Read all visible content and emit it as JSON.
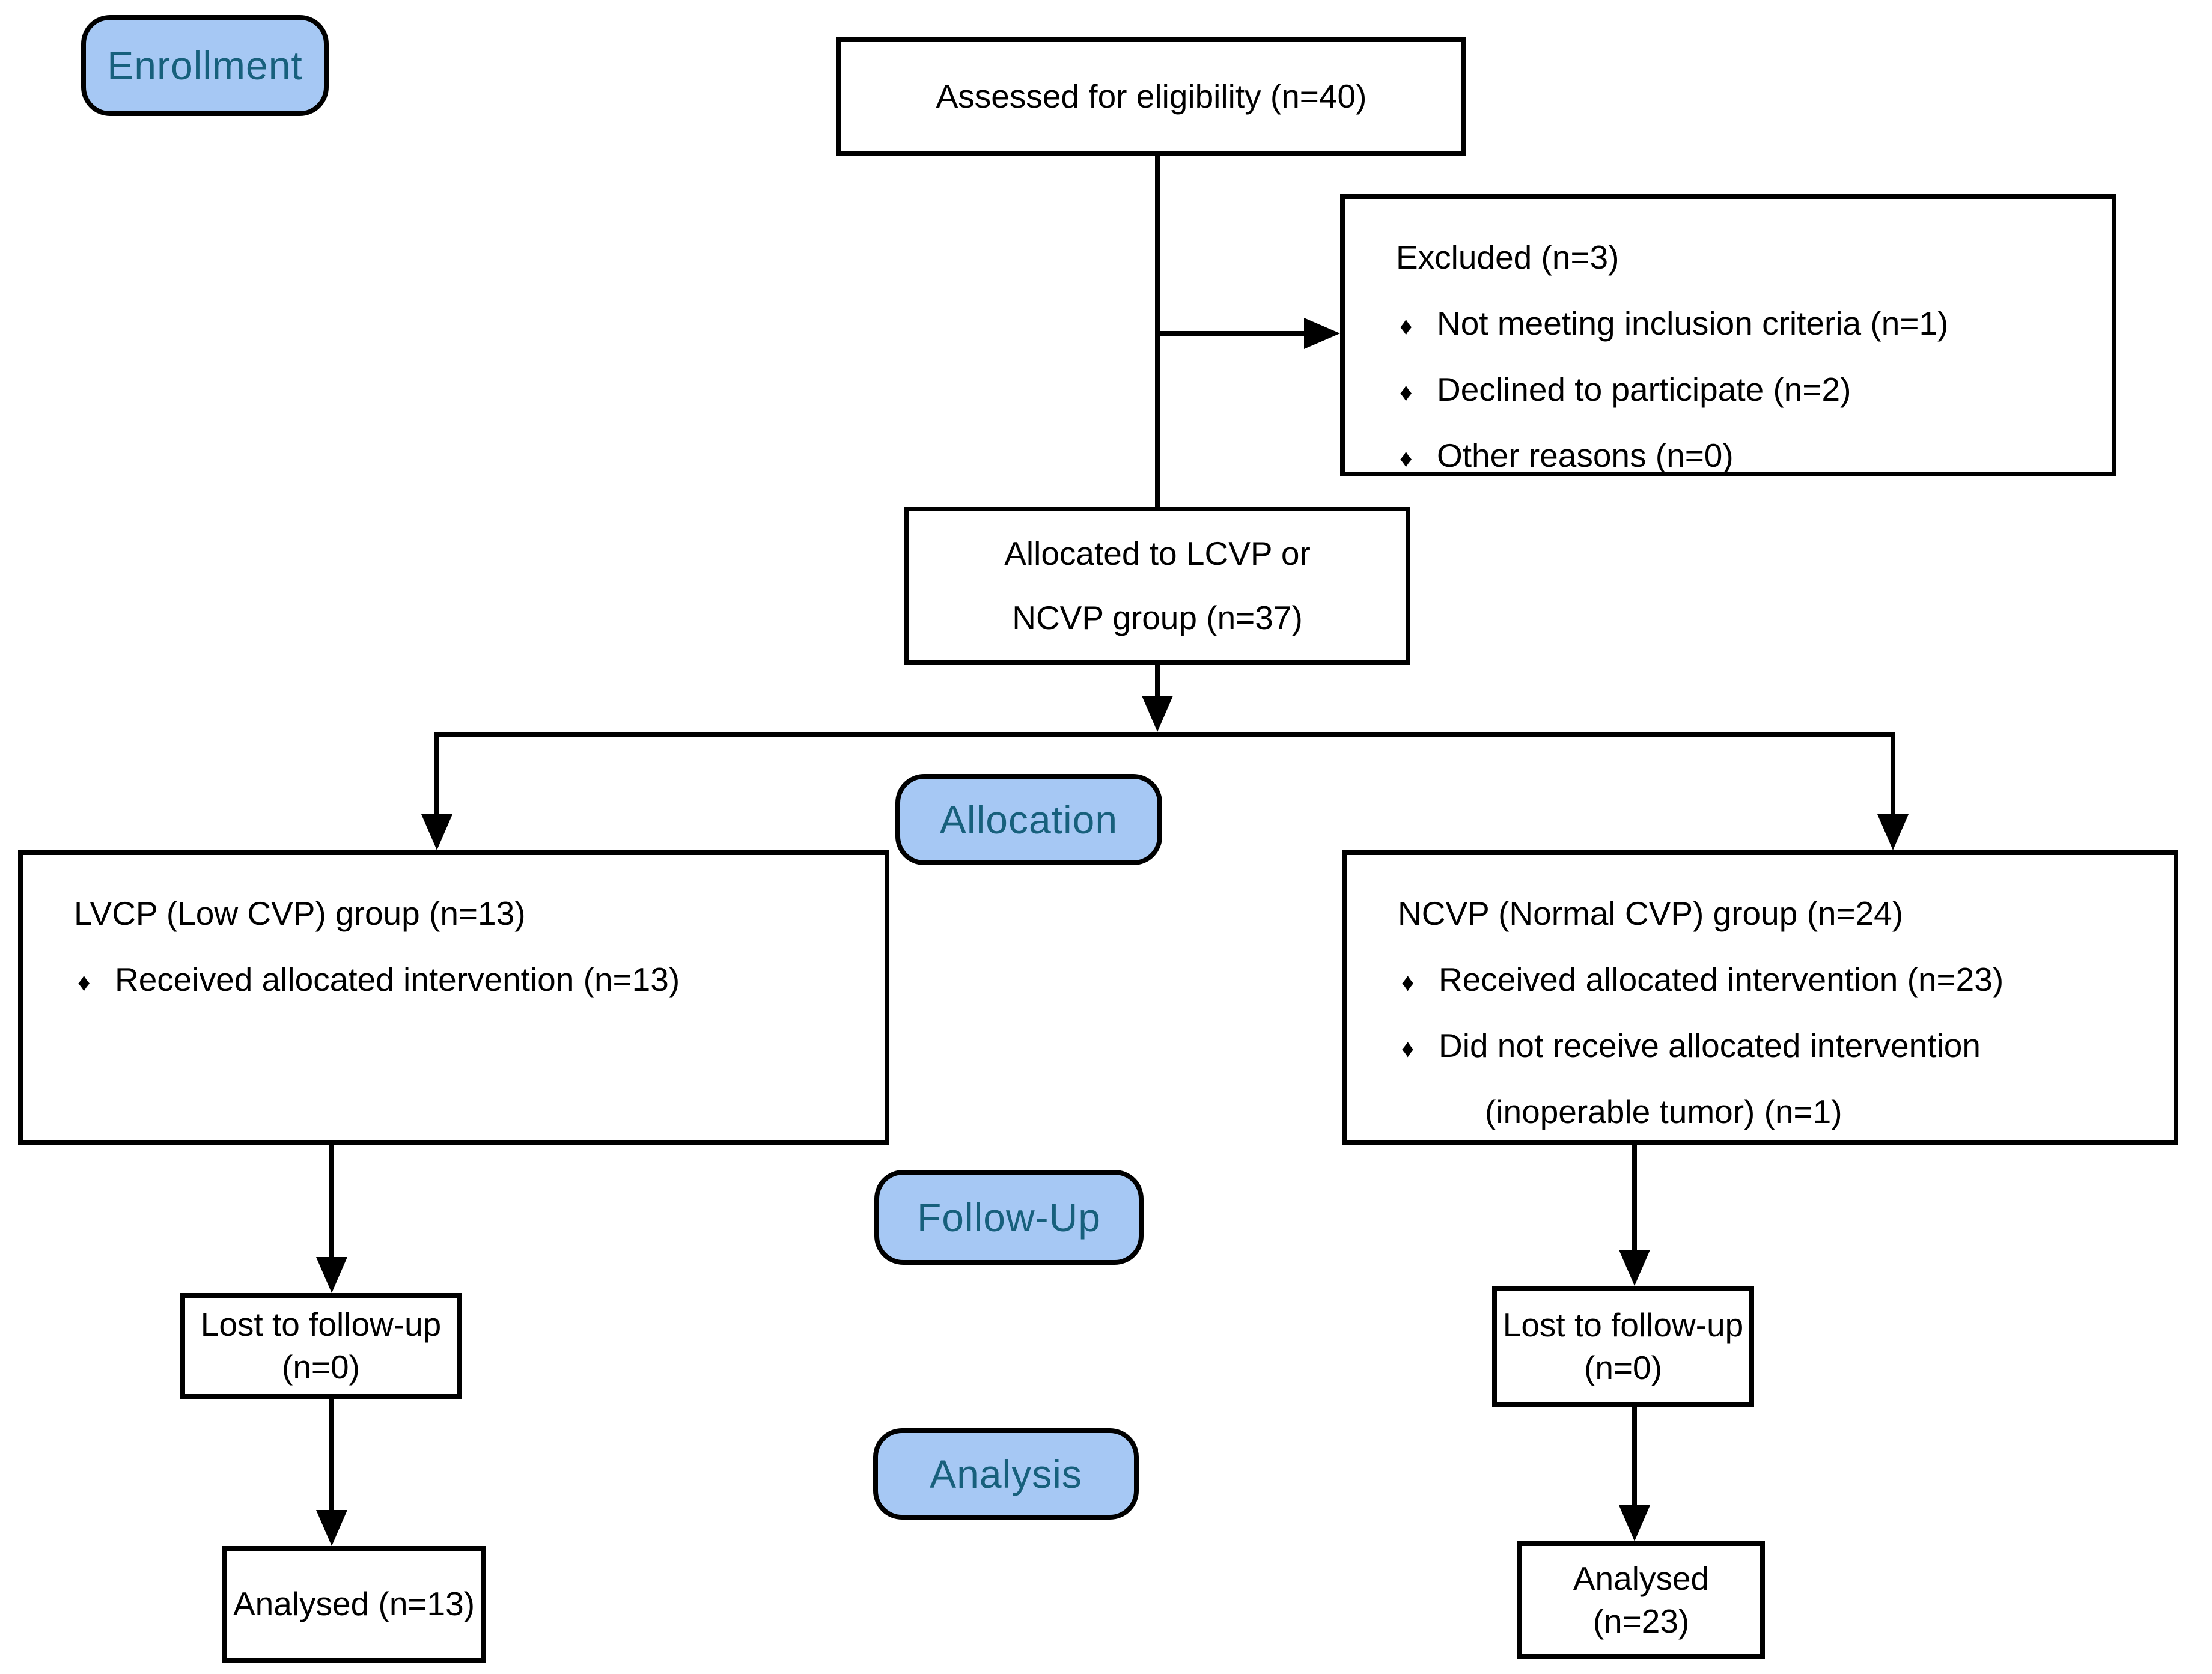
{
  "figure": {
    "type": "CONSORT participant flow diagram"
  },
  "stage_labels": {
    "enrollment": "Enrollment",
    "allocation": "Allocation",
    "followup": "Follow-Up",
    "analysis": "Analysis"
  },
  "boxes": {
    "assessed": {
      "text": "Assessed for eligibility (n=40)"
    },
    "excluded": {
      "title": "Excluded (n=3)",
      "bullets": [
        "Not meeting inclusion criteria (n=1)",
        "Declined to participate (n=2)",
        "Other reasons (n=0)"
      ]
    },
    "allocated": {
      "line1": "Allocated to LCVP or",
      "line2": "NCVP group (n=37)"
    },
    "lvcp_group": {
      "title": "LVCP (Low CVP) group (n=13)",
      "bullets": [
        "Received allocated intervention (n=13)"
      ]
    },
    "ncvp_group": {
      "title": "NCVP (Normal CVP) group (n=24)",
      "bullets": [
        "Received allocated intervention (n=23)",
        "Did not receive allocated intervention"
      ],
      "bullet2_continuation": "(inoperable tumor) (n=1)"
    },
    "lost_left": {
      "text": "Lost to follow-up (n=0)"
    },
    "lost_right": {
      "text": "Lost to follow-up (n=0)"
    },
    "analysed_left": {
      "text": "Analysed (n=13)"
    },
    "analysed_right": {
      "text": "Analysed (n=23)"
    }
  },
  "bullet_icon": "♦",
  "colors": {
    "stage_fill": "#a6c8f4",
    "stage_text": "#17607c",
    "box_border": "#000000",
    "box_text": "#000000",
    "background": "#ffffff"
  }
}
